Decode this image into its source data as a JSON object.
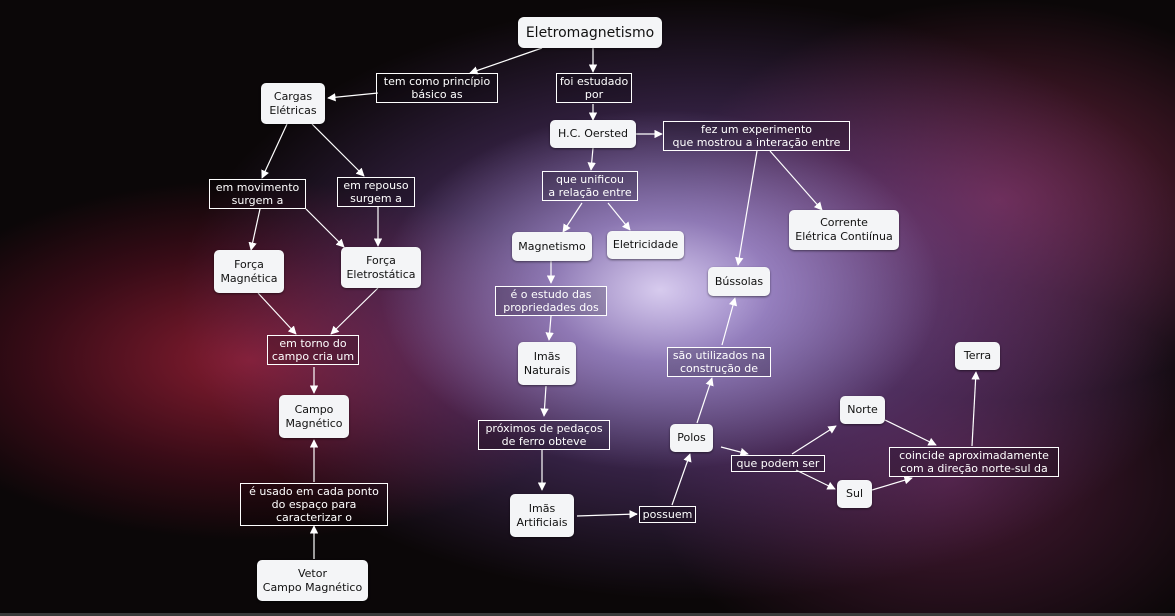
{
  "concepts": {
    "eletromagnetismo": "Eletromagnetismo",
    "cargas_eletricas": "Cargas\nElétricas",
    "hc_oersted": "H.C. Oersted",
    "forca_magnetica": "Força\nMagnética",
    "forca_eletrostatica": "Força\nEletrostática",
    "magnetismo": "Magnetismo",
    "eletricidade": "Eletricidade",
    "corrente_eletrica": "Corrente\nElétrica Contiínua",
    "bussolas": "Bússolas",
    "imas_naturais": "Imãs\nNaturais",
    "campo_magnetico": "Campo\nMagnético",
    "terra": "Terra",
    "norte": "Norte",
    "polos": "Polos",
    "sul": "Sul",
    "imas_artificiais": "Imãs\nArtificiais",
    "vetor_campo": "Vetor\nCampo Magnético"
  },
  "linking_phrases": {
    "tem_como_principio": "tem como princípio\nbásico as",
    "foi_estudado": "foi estudado\npor",
    "fez_experimento": "fez um experimento\nque mostrou a interação entre",
    "que_unificou": "que unificou\na relação entre",
    "em_movimento": "em movimento\nsurgem a",
    "em_repouso": "em repouso\nsurgem a",
    "estudo_propriedades": "é o estudo das\npropriedades dos",
    "em_torno": "em torno do\ncampo cria um",
    "sao_utilizados": "são utilizados na\nconstrução de",
    "proximos_ferro": "próximos de pedaços\nde ferro obteve",
    "coincide": "coincide aproximadamente\ncom a direção norte-sul da",
    "que_podem_ser": "que podem ser",
    "possuem": "possuem",
    "usado_cada_ponto": "é usado em cada ponto\ndo espaço para\ncaracterizar o"
  },
  "colors": {
    "node_fill": "#f4f5f7",
    "arrow": "#ffffff",
    "background": "#0b0708"
  }
}
